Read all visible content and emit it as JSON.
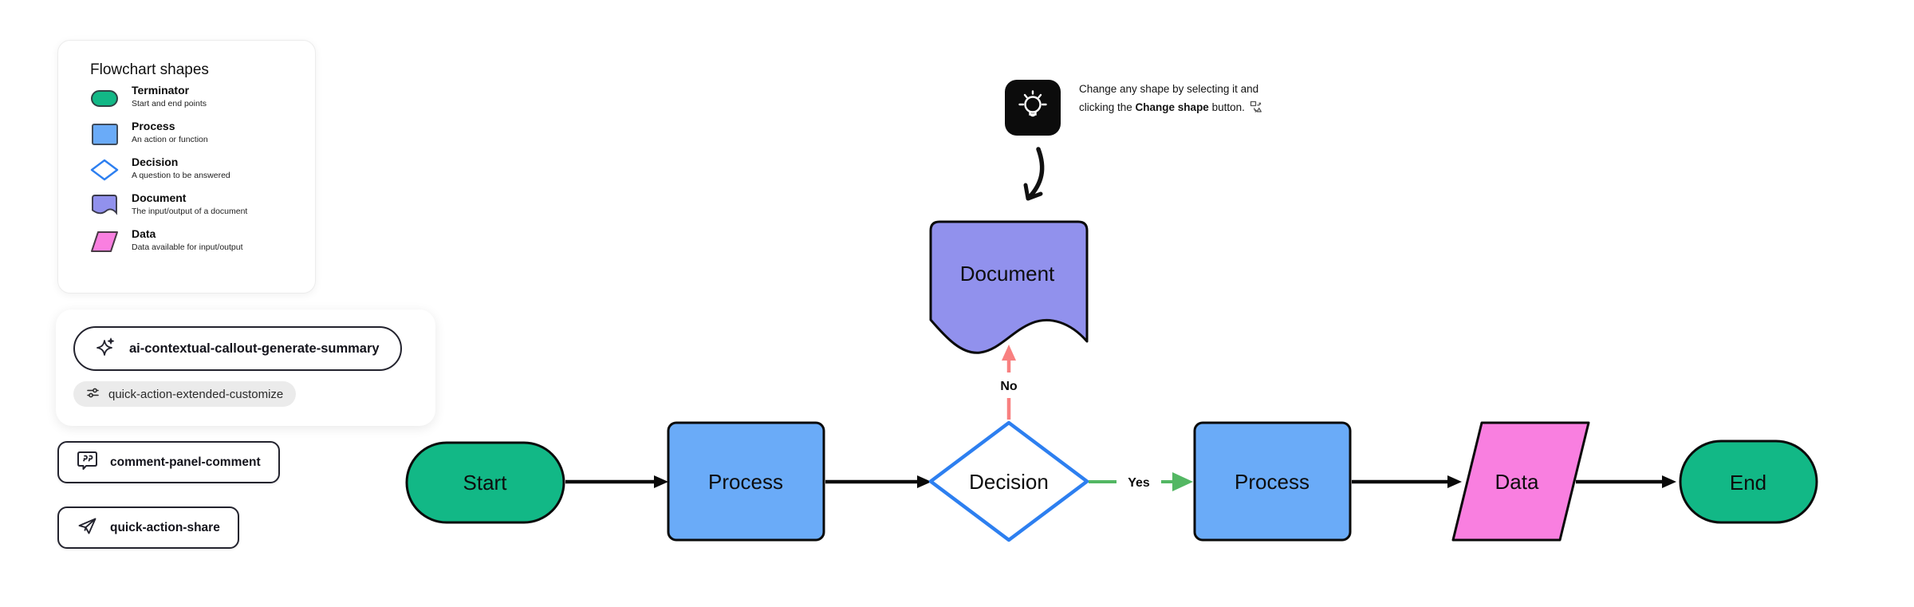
{
  "app": {
    "background": "#ffffff"
  },
  "legend": {
    "title": "Flowchart shapes",
    "items": [
      {
        "label": "Terminator",
        "description": "Start and end points",
        "fill": "#12b886"
      },
      {
        "label": "Process",
        "description": "An action or function",
        "fill": "#6aabf8"
      },
      {
        "label": "Decision",
        "description": "A question to be answered",
        "fill": "#ffffff"
      },
      {
        "label": "Document",
        "description": "The input/output of a document",
        "fill": "#9191ed"
      },
      {
        "label": "Data",
        "description": "Data available for input/output",
        "fill": "#f97fe0"
      }
    ]
  },
  "ai_card": {
    "generate_summary_label": "ai-contextual-callout-generate-summary",
    "customize_label": "quick-action-extended-customize"
  },
  "action_buttons": {
    "comment_label": "comment-panel-comment",
    "share_label": "quick-action-share"
  },
  "tip": {
    "line1": "Change any shape by selecting it and",
    "line2_pre": "clicking the ",
    "line2_bold": "Change shape",
    "line2_post": " button."
  },
  "flowchart": {
    "nodes": {
      "start": "Start",
      "process1": "Process",
      "decision": "Decision",
      "document": "Document",
      "process2": "Process",
      "data": "Data",
      "end": "End"
    },
    "edge_labels": {
      "yes": "Yes",
      "no": "No"
    },
    "colors": {
      "terminator_fill": "#12b886",
      "process_fill": "#6aabf8",
      "decision_stroke": "#2d7ff0",
      "document_fill": "#9191ed",
      "data_fill": "#f97fe0",
      "node_border": "#0a0a0a",
      "edge_black": "#0a0a0a",
      "edge_yes_green": "#53b763",
      "edge_no_red": "#f88080"
    }
  },
  "icons": {
    "sparkle-icon": "✦",
    "sliders-icon": "⚌",
    "comment-bubble-icon": "❞",
    "paper-plane-icon": "✈",
    "lightbulb-icon": "💡",
    "change-shape-icon": "▢→△",
    "hand-drawn-arrow": "↓"
  }
}
